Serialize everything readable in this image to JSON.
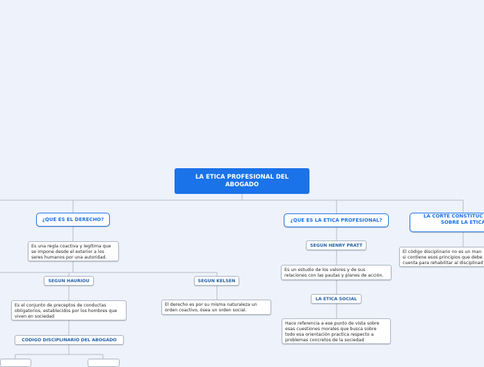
{
  "root": {
    "title": "LA ETICA PROFESIONAL DEL ABOGADO"
  },
  "topics": {
    "derecho": "¿QUE ES EL DERECHO?",
    "etica": "¿QUE ES LA ETICA PROFESIONAL?",
    "corte": "LA CORTE CONSTITUC SOBRE LA ETICA"
  },
  "derecho": {
    "definition": "Es una regla coactiva y legítima que se impone desde el exterior a los seres humanos por una autoridad.",
    "hauriou": {
      "label": "SEGUN HAURIOU",
      "note": "Es el conjunto de preceptos de conductas obligatorios, establecidos por los hombres que viven en sociedad"
    },
    "kelsen": {
      "label": "SEGUN KELSEN",
      "note": "El derecho es por su misma naturaleza un orden coactivo, ósea un orden social."
    },
    "codigo": {
      "label": "CODIGO DISCIPLINARIO DEL ABOGADO"
    }
  },
  "etica": {
    "pratt": {
      "label": "SEGUN HENRY PRATT",
      "note": "Es un estudio de los valores y de sus relaciones con las pautas y planes de acción."
    },
    "social": {
      "label": "LA ETICA SOCIAL",
      "note": "Hace referencia a ese punto de vista sobre esas cuestiones morales que busca sobre todo esa orientación practica respecto a problemas concretos de la sociedad"
    }
  },
  "corte": {
    "note": "El código disciplinario no es un man si contiene esos principios que debe cuenta para rehabilitar al disciplinad"
  }
}
